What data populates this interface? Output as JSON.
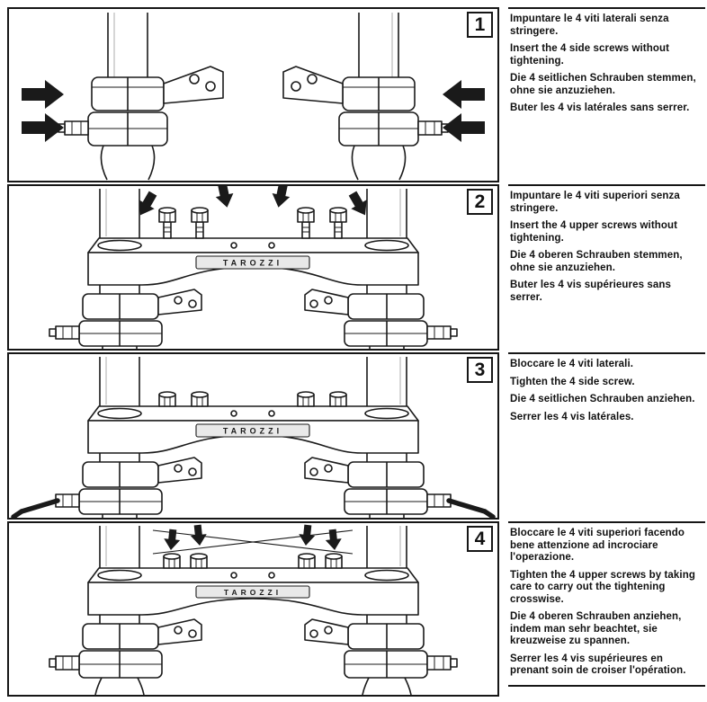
{
  "page": {
    "background": "#ffffff",
    "ink": "#161616"
  },
  "brand": "TAROZZI",
  "icons": {
    "press-arrow-icon": "solid black block arrow indicating screw position / pressure direction",
    "allen-key-icon": "L-shaped hex wrench inserted in side screw",
    "cross-pattern-icon": "thin crossed lines indicating crosswise tightening order"
  },
  "steps": [
    {
      "number": "1",
      "instructions": {
        "it": "Impuntare le 4 viti laterali senza stringere.",
        "en": "Insert the 4 side screws without tightening.",
        "de": "Die 4 seitlichen Schrauben stemmen, ohne sie anzuziehen.",
        "fr": "Buter les 4 vis latérales sans serrer."
      }
    },
    {
      "number": "2",
      "instructions": {
        "it": "Impuntare le 4 viti superiori senza stringere.",
        "en": "Insert the 4 upper screws without tightening.",
        "de": "Die 4 oberen Schrauben stemmen, ohne sie anzuziehen.",
        "fr": "Buter les 4 vis supérieures sans serrer."
      }
    },
    {
      "number": "3",
      "instructions": {
        "it": "Bloccare le 4 viti laterali.",
        "en": "Tighten the 4 side screw.",
        "de": "Die 4 seitlichen Schrauben anziehen.",
        "fr": "Serrer les 4 vis latérales."
      }
    },
    {
      "number": "4",
      "instructions": {
        "it": "Bloccare le 4 viti superiori facendo bene attenzione ad incrociare l'operazione.",
        "en": "Tighten the 4 upper screws by taking care to carry out the tightening crosswise.",
        "de": "Die 4 oberen Schrauben anziehen, indem man sehr beachtet, sie kreuzweise zu spannen.",
        "fr": "Serrer les 4 vis supérieures en prenant soin de croiser l'opération."
      }
    }
  ]
}
